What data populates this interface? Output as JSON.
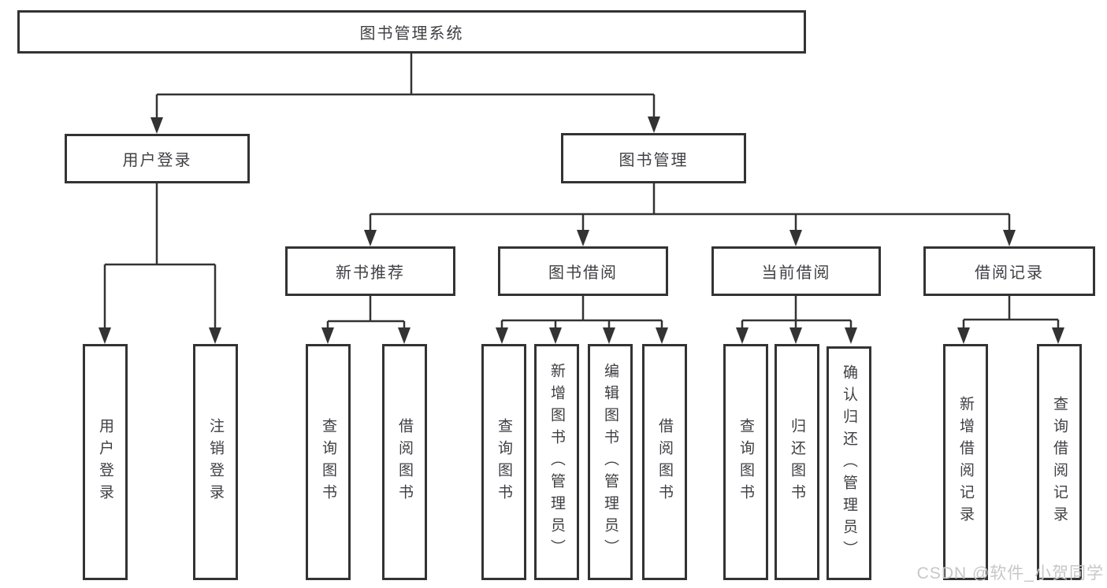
{
  "diagram": {
    "title": "图书管理系统",
    "level2": {
      "user_login": "用户登录",
      "book_management": "图书管理"
    },
    "level3": {
      "new_book_recommend": "新书推荐",
      "book_borrowing": "图书借阅",
      "current_borrowing": "当前借阅",
      "borrowing_records": "借阅记录"
    },
    "leaves": {
      "user_login": "用户登录",
      "logout": "注销登录",
      "recommend_query_books": "查询图书",
      "recommend_borrow_books": "借阅图书",
      "borrowing_query_books": "查询图书",
      "borrowing_add_books_admin": "新增图书（管理员）",
      "borrowing_edit_books_admin": "编辑图书（管理员）",
      "borrowing_borrow_books": "借阅图书",
      "current_query_books": "查询图书",
      "current_return_books": "归还图书",
      "current_confirm_return_admin": "确认归还（管理员）",
      "records_add_record": "新增借阅记录",
      "records_query_record": "查询借阅记录"
    },
    "watermark": "CSDN @软件_小贺同学",
    "colors": {
      "line": "#333333",
      "node_text": "#3f3f44",
      "watermark": "#c7c7c7",
      "background": "#ffffff"
    }
  }
}
